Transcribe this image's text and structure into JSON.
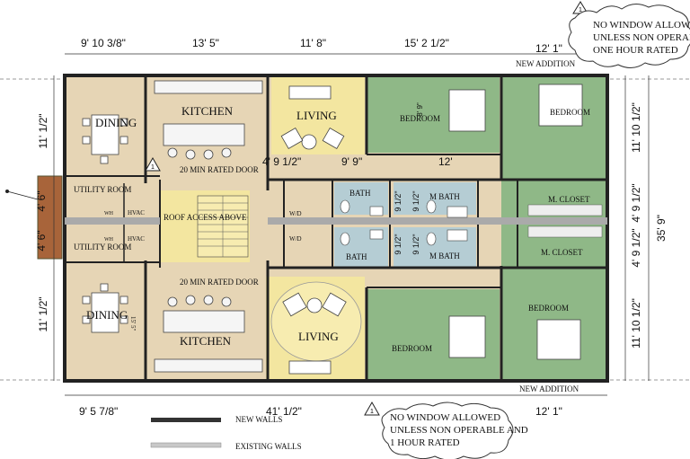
{
  "dimensions": {
    "top": [
      "9' 10 3/8\"",
      "13' 5\"",
      "11' 8\"",
      "15' 2 1/2\"",
      "12' 1\""
    ],
    "bottom": [
      "9' 5 7/8\"",
      "41' 1/2\"",
      "12' 1\""
    ],
    "left": [
      "11' 1/2\"",
      "4' 6\"",
      "4' 6\"",
      "11' 1/2\""
    ],
    "right": [
      "11' 10 1/2\"",
      "4' 9 1/2\"",
      "4' 9 1/2\"",
      "11' 10 1/2\""
    ],
    "overall_right": "35' 9\"",
    "interior": [
      "4' 9 1/2\"",
      "9' 9\"",
      "12'",
      "9 1/2\"",
      "9 1/2\"",
      "9 1/2\"",
      "9 1/2\"",
      "8' 9\""
    ]
  },
  "rooms": {
    "dining_top": "DINING",
    "kitchen_top": "KITCHEN",
    "living_top": "LIVING",
    "bedroom_top_green": "BEDROOM",
    "bedroom_top_right": "BEDROOM",
    "utility_top": "UTILITY ROOM",
    "utility_bottom": "UTILITY ROOM",
    "wh_top": "WH",
    "wh_bottom": "WH",
    "hvac_top": "HVAC",
    "hvac_bottom": "HVAC",
    "wd_top": "W/D",
    "wd_bottom": "W/D",
    "bath_top": "BATH",
    "bath_bottom": "BATH",
    "mbath_top": "M BATH",
    "mbath_bottom": "M BATH",
    "mcloset_top": "M. CLOSET",
    "mcloset_bottom": "M. CLOSET",
    "dining_bottom": "DINING",
    "kitchen_bottom": "KITCHEN",
    "living_bottom": "LIVING",
    "bedroom_bottom_green": "BEDROOM",
    "bedroom_bottom_right": "BEDROOM"
  },
  "labels": {
    "door_top": "20 MIN RATED DOOR",
    "door_bottom": "20 MIN RATED DOOR",
    "roof_access": "ROOF ACCESS ABOVE",
    "new_addition_top": "NEW ADDITION",
    "new_addition_bottom": "NEW ADDITION",
    "tag_1": "1",
    "kitchen_dim": "15' 5\""
  },
  "notes": {
    "top": [
      "NO WINDOW ALLOWED",
      "UNLESS NON OPERABLE AND",
      "ONE HOUR RATED"
    ],
    "bottom": [
      "NO WINDOW ALLOWED",
      "UNLESS NON OPERABLE AND",
      "1 HOUR RATED"
    ]
  },
  "legend": {
    "new_walls": "NEW WALLS",
    "existing_walls": "EXISTING WALLS"
  },
  "colors": {
    "tan": "#e6d5b5",
    "yellow": "#f3e6a0",
    "green": "#8fb887",
    "blue": "#b5cdd4",
    "wall": "#222222",
    "deck": "#a8643a"
  }
}
